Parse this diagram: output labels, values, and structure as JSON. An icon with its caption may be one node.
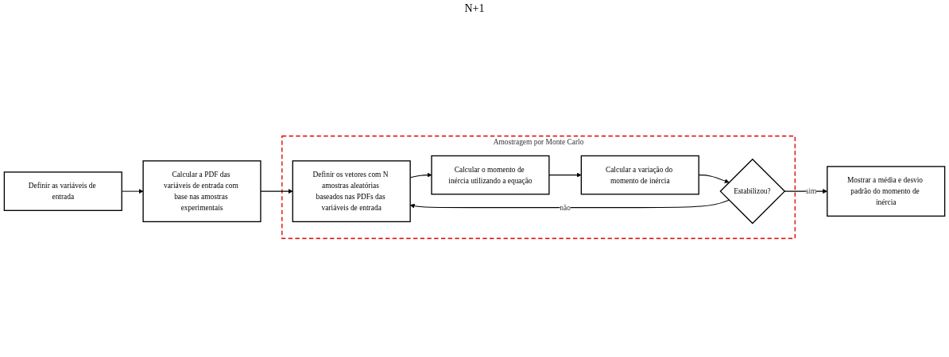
{
  "diagram": {
    "nodes": [
      {
        "text": [
          "Definir as variáveis de entrada"
        ]
      },
      {
        "text": [
          "Calcular a PDF das variáveis de entrada com base nas amostras experimentais"
        ]
      },
      {
        "text": [
          "Amostragem por Monte Carlo"
        ]
      },
      {
        "text": [
          "Definir os vetores com N amostras aleatórias baseados nas PDFs das variáveis de entrada"
        ],
        "in": 2
      },
      {
        "text": [
          "Estabilizou?"
        ],
        "in": 2
      },
      {
        "text": [
          "Calcular o momento de inércia utilizando a equação"
        ],
        "in": 2
      },
      {
        "text": [
          "Calcular a variação do momento de inércia"
        ],
        "in": 2
      },
      {
        "text": [
          "Mostrar a média e desvio padrão do momento de inércia"
        ]
      }
    ],
    "edges": [
      {
        "from": 0,
        "to": 1,
        "arrow": "to"
      },
      {
        "from": 1,
        "to": 3,
        "arrow": "to"
      },
      {
        "from": 3,
        "to": 5,
        "arrow": "to"
      },
      {
        "from": 5,
        "to": 6,
        "arrow": "to"
      },
      {
        "from": 6,
        "to": 4,
        "arrow": "to"
      },
      {
        "from": 4,
        "to": 3,
        "label": "não",
        "arrow": "to"
      },
      {
        "from": 4,
        "to": 7,
        "label": "sim",
        "arrow": "to"
      }
    ],
    "labels": [
      "N+1"
    ]
  }
}
